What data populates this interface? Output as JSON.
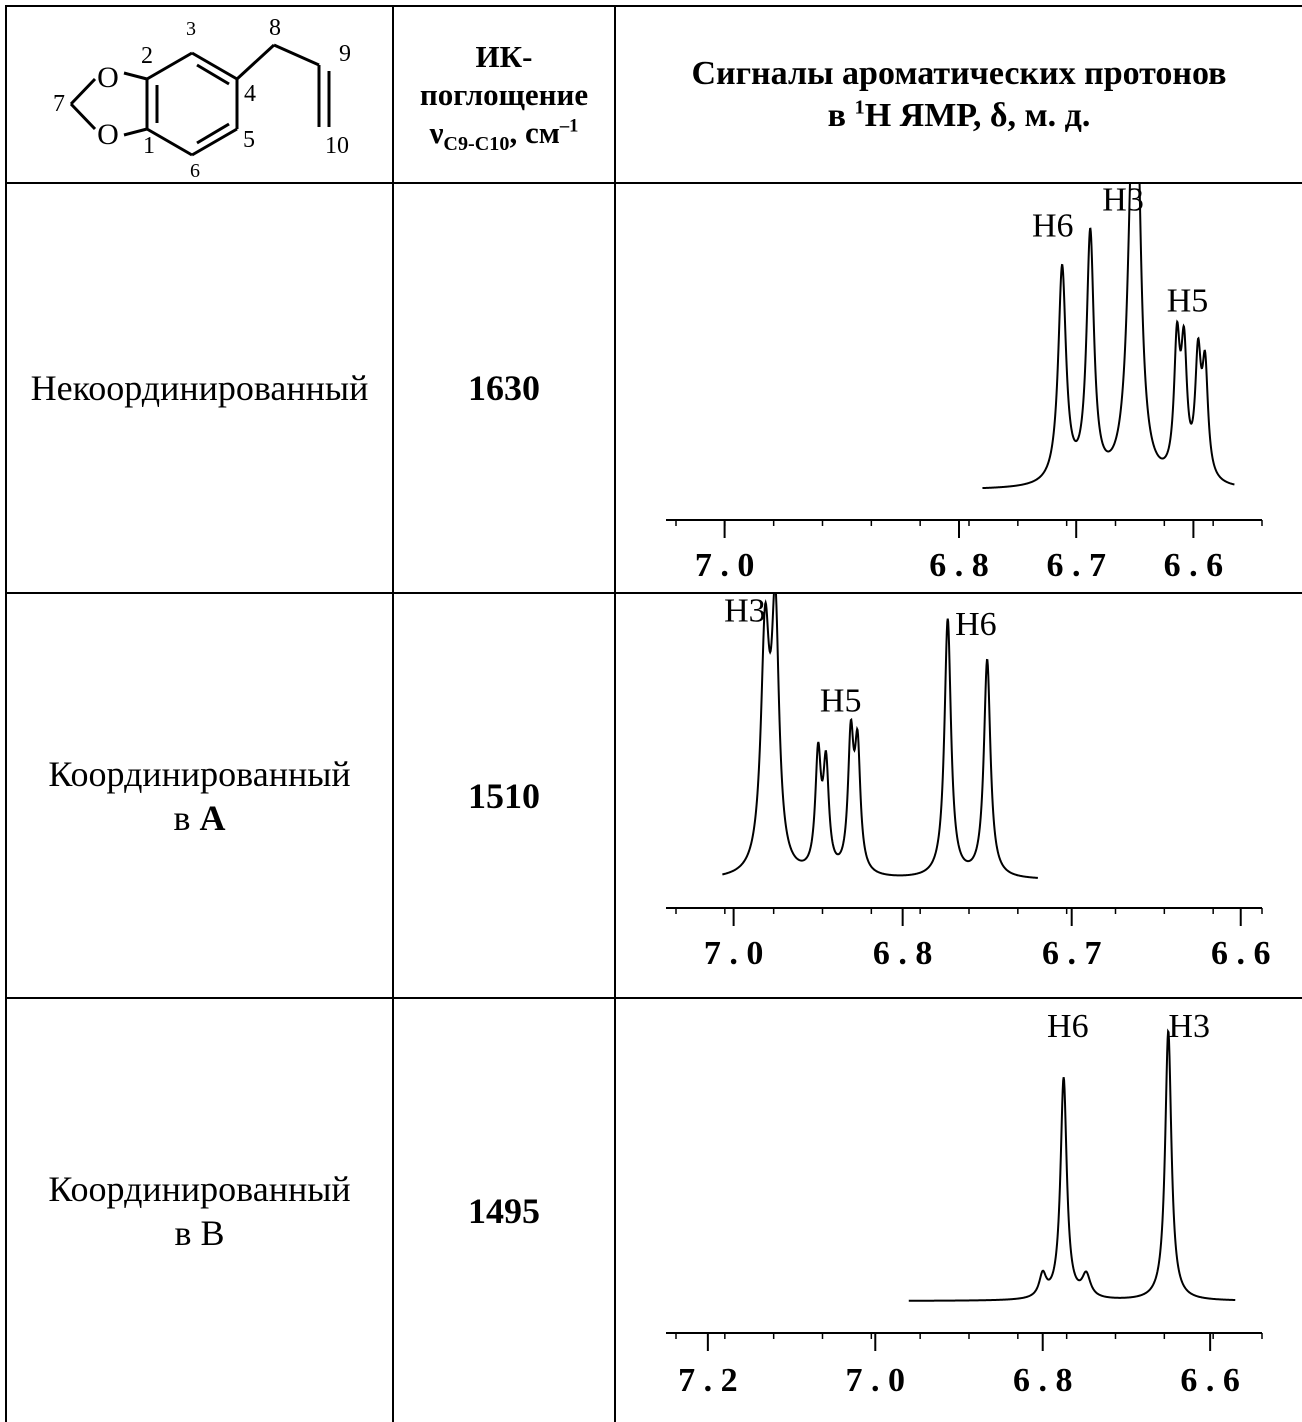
{
  "header": {
    "structure_labels": [
      "2",
      "3",
      "4",
      "5",
      "6",
      "1",
      "7",
      "8",
      "9",
      "10"
    ],
    "structure_atoms": [
      "O",
      "O"
    ],
    "ir_title_line1": "ИК-",
    "ir_title_line2": "поглощение",
    "ir_nu": "ν",
    "ir_sub": "C9-C10",
    "ir_unit": ", см",
    "ir_unit_sup": "–1",
    "nmr_title_line1": "Сигналы ароматических протонов",
    "nmr_title_line2_pre": "в ",
    "nmr_title_sup": "1",
    "nmr_title_line2_post": "H ЯМР, δ, м. д."
  },
  "rows": [
    {
      "label_line1": "Некоординированный",
      "label_line2": "",
      "label_line2_bold": "",
      "ir_value": "1630"
    },
    {
      "label_line1": "Координированный",
      "label_line2": "в ",
      "label_line2_bold": "A",
      "ir_value": "1510"
    },
    {
      "label_line1": "Координированный",
      "label_line2": "в B",
      "label_line2_bold": "",
      "ir_value": "1495"
    }
  ],
  "chart_data": [
    {
      "type": "line",
      "xlim": [
        7.05,
        6.55
      ],
      "ticks": [
        "7.0",
        "6.8",
        "6.7",
        "6.6"
      ],
      "tick_values": [
        7.0,
        6.8,
        6.7,
        6.6
      ],
      "axis_numbers_spaced": [
        "7 . 0",
        "6 . 8",
        "6 . 7",
        "6 . 6"
      ],
      "peaks": [
        {
          "ppm": 6.712,
          "height": 0.75,
          "width": 0.004
        },
        {
          "ppm": 6.688,
          "height": 0.86,
          "width": 0.0038
        },
        {
          "ppm": 6.652,
          "height": 0.93,
          "width": 0.005
        },
        {
          "ppm": 6.648,
          "height": 0.85,
          "width": 0.004
        },
        {
          "ppm": 6.614,
          "height": 0.45,
          "width": 0.003
        },
        {
          "ppm": 6.608,
          "height": 0.42,
          "width": 0.003
        },
        {
          "ppm": 6.596,
          "height": 0.4,
          "width": 0.003
        },
        {
          "ppm": 6.59,
          "height": 0.37,
          "width": 0.003
        }
      ],
      "baseline_range": [
        6.78,
        6.565
      ],
      "labels": [
        {
          "text": "H6",
          "ppm": 6.72,
          "level": 0.88
        },
        {
          "text": "H3",
          "ppm": 6.66,
          "level": 0.97
        },
        {
          "text": "H5",
          "ppm": 6.605,
          "level": 0.62
        }
      ]
    },
    {
      "type": "line",
      "xlim": [
        7.06,
        6.54
      ],
      "ticks": [
        "7.0",
        "6.8",
        "6.7",
        "6.6"
      ],
      "tick_values": [
        7.0,
        6.85,
        6.7,
        6.55
      ],
      "axis_numbers_spaced": [
        "7 . 0",
        "6 . 8",
        "6 . 7",
        "6 . 6"
      ],
      "peaks": [
        {
          "ppm": 6.972,
          "height": 0.86,
          "width": 0.0045
        },
        {
          "ppm": 6.963,
          "height": 0.91,
          "width": 0.004
        },
        {
          "ppm": 6.925,
          "height": 0.42,
          "width": 0.003
        },
        {
          "ppm": 6.918,
          "height": 0.38,
          "width": 0.003
        },
        {
          "ppm": 6.896,
          "height": 0.48,
          "width": 0.003
        },
        {
          "ppm": 6.89,
          "height": 0.44,
          "width": 0.003
        },
        {
          "ppm": 6.81,
          "height": 0.95,
          "width": 0.0035
        },
        {
          "ppm": 6.775,
          "height": 0.8,
          "width": 0.0035
        }
      ],
      "baseline_range": [
        7.01,
        6.73
      ],
      "labels": [
        {
          "text": "H3",
          "ppm": 6.99,
          "level": 0.95
        },
        {
          "text": "H5",
          "ppm": 6.905,
          "level": 0.62
        },
        {
          "text": "H6",
          "ppm": 6.785,
          "level": 0.9
        }
      ]
    },
    {
      "type": "line",
      "xlim": [
        7.25,
        6.55
      ],
      "ticks": [
        "7.2",
        "7.0",
        "6.8",
        "6.6"
      ],
      "tick_values": [
        7.2,
        7.0,
        6.8,
        6.6
      ],
      "axis_numbers_spaced": [
        "7 . 2",
        "7 . 0",
        "6 . 8",
        "6 . 6"
      ],
      "peaks": [
        {
          "ppm": 6.775,
          "height": 0.78,
          "width": 0.0045
        },
        {
          "ppm": 6.8,
          "height": 0.08,
          "width": 0.005
        },
        {
          "ppm": 6.748,
          "height": 0.08,
          "width": 0.006
        },
        {
          "ppm": 6.65,
          "height": 0.95,
          "width": 0.0045
        }
      ],
      "baseline_range": [
        6.96,
        6.57
      ],
      "labels": [
        {
          "text": "H6",
          "ppm": 6.77,
          "level": 0.93
        },
        {
          "text": "H3",
          "ppm": 6.625,
          "level": 0.93
        }
      ]
    }
  ]
}
